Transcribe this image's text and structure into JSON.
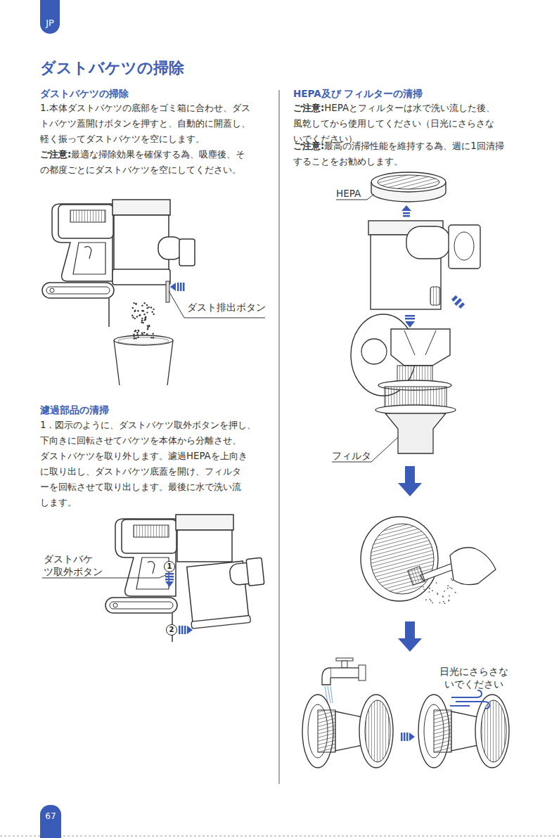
{
  "diagram": {
    "title": "ダストバケツの掃除",
    "nodes": [
      {
        "text": [
          "JP"
        ]
      },
      {
        "text": [
          "1"
        ]
      },
      {
        "text": [
          "2"
        ]
      },
      {
        "text": [
          "67"
        ]
      }
    ],
    "labels": [
      "ダストバケツの掃除",
      "1.本体ダストバケツの底部をゴミ箱に合わせ、ダス トバケツ蓋開けボタンを押すと、自動的に開蓋し、 軽く振ってダストバケツを空にします。",
      "ご注意:",
      "最適な掃除効果を確保する為、吸塵後、そ の都度ごとにダストバケツを空にしてください。",
      "ダスト排出ボタン",
      "濾過部品の清掃",
      "1．図示のように、ダストバケツ取外ボタンを押し、 下向きに回転させてバケツを本体から分離させ、 ダストバケツを取り外します。濾過HEPAを上向き に取り出し、ダストバケツ底蓋を開け、フィルタ ーを回転させて取り出します。最後に水で洗い流 します。",
      "ダストバケ ツ取外ボタン",
      "HEPA及び フィルターの清掃",
      "ご注意:",
      "HEPAとフィルターは水で洗い流した後、 風乾してから使用してください（日光にさらさな いでください）。",
      "ご注意:",
      "最高の清掃性能を維持する為、週に1回清掃 することをお勧めします。",
      "HEPA",
      "フィルタ",
      "日光にさらさな いでください"
    ]
  }
}
